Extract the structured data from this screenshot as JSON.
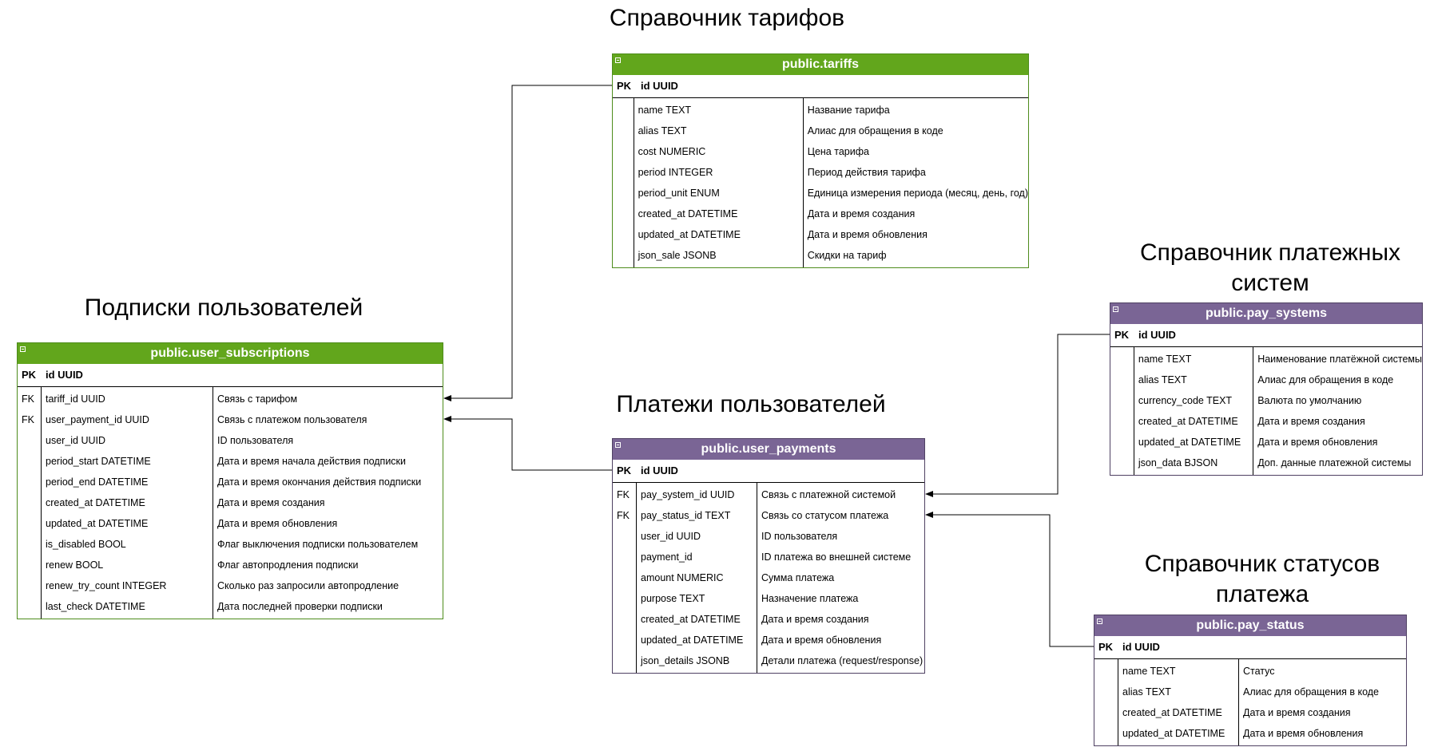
{
  "headings": {
    "tariffs": "Справочник тарифов",
    "subscriptions": "Подписки пользователей",
    "pay_systems_line1": "Справочник платежных",
    "pay_systems_line2": "систем",
    "payments": "Платежи пользователей",
    "pay_status_line1": "Справочник статусов",
    "pay_status_line2": "платежа"
  },
  "tables": {
    "tariffs": {
      "name": "public.tariffs",
      "color": "#62a61c",
      "pk_label": "PK",
      "pk_field": "id UUID",
      "rows": [
        {
          "key": "",
          "field": "name TEXT",
          "desc": "Название тарифа"
        },
        {
          "key": "",
          "field": "alias TEXT",
          "desc": "Алиас для обращения в коде"
        },
        {
          "key": "",
          "field": "cost NUMERIC",
          "desc": "Цена тарифа"
        },
        {
          "key": "",
          "field": "period INTEGER",
          "desc": "Период действия тарифа"
        },
        {
          "key": "",
          "field": "period_unit ENUM",
          "desc": "Единица измерения периода (месяц, день, год)"
        },
        {
          "key": "",
          "field": "created_at DATETIME",
          "desc": "Дата и время создания"
        },
        {
          "key": "",
          "field": "updated_at DATETIME",
          "desc": "Дата и время обновления"
        },
        {
          "key": "",
          "field": "json_sale JSONB",
          "desc": "Скидки на тариф"
        }
      ]
    },
    "user_subscriptions": {
      "name": "public.user_subscriptions",
      "color": "#62a61c",
      "pk_label": "PK",
      "pk_field": "id UUID",
      "rows": [
        {
          "key": "FK",
          "field": "tariff_id UUID",
          "desc": "Связь с тарифом"
        },
        {
          "key": "FK",
          "field": "user_payment_id UUID",
          "desc": "Связь с платежом пользователя"
        },
        {
          "key": "",
          "field": "user_id UUID",
          "desc": "ID пользователя"
        },
        {
          "key": "",
          "field": "period_start DATETIME",
          "desc": "Дата и время начала действия подписки"
        },
        {
          "key": "",
          "field": "period_end DATETIME",
          "desc": "Дата и время окончания действия подписки"
        },
        {
          "key": "",
          "field": "created_at DATETIME",
          "desc": "Дата и время создания"
        },
        {
          "key": "",
          "field": "updated_at DATETIME",
          "desc": "Дата и время обновления"
        },
        {
          "key": "",
          "field": "is_disabled BOOL",
          "desc": "Флаг выключения подписки пользователем"
        },
        {
          "key": "",
          "field": "renew BOOL",
          "desc": "Флаг автопродления подписки"
        },
        {
          "key": "",
          "field": "renew_try_count INTEGER",
          "desc": "Сколько раз запросили автопродление"
        },
        {
          "key": "",
          "field": "last_check DATETIME",
          "desc": "Дата последней проверки подписки"
        }
      ]
    },
    "user_payments": {
      "name": "public.user_payments",
      "color": "#7a6595",
      "pk_label": "PK",
      "pk_field": "id UUID",
      "rows": [
        {
          "key": "FK",
          "field": "pay_system_id UUID",
          "desc": "Связь с платежной системой"
        },
        {
          "key": "FK",
          "field": "pay_status_id TEXT",
          "desc": "Связь со статусом платежа"
        },
        {
          "key": "",
          "field": "user_id UUID",
          "desc": "ID пользователя"
        },
        {
          "key": "",
          "field": "payment_id",
          "desc": "ID платежа во внешней системе"
        },
        {
          "key": "",
          "field": "amount NUMERIC",
          "desc": "Сумма платежа"
        },
        {
          "key": "",
          "field": "purpose TEXT",
          "desc": "Назначение платежа"
        },
        {
          "key": "",
          "field": "created_at DATETIME",
          "desc": "Дата и время создания"
        },
        {
          "key": "",
          "field": "updated_at DATETIME",
          "desc": "Дата и время обновления"
        },
        {
          "key": "",
          "field": "json_details JSONB",
          "desc": "Детали платежа (request/response)"
        }
      ]
    },
    "pay_systems": {
      "name": "public.pay_systems",
      "color": "#7a6595",
      "pk_label": "PK",
      "pk_field": "id UUID",
      "rows": [
        {
          "key": "",
          "field": "name TEXT",
          "desc": "Наименование платёжной системы"
        },
        {
          "key": "",
          "field": "alias TEXT",
          "desc": "Алиас для обращения в коде"
        },
        {
          "key": "",
          "field": "currency_code TEXT",
          "desc": "Валюта по умолчанию"
        },
        {
          "key": "",
          "field": "created_at DATETIME",
          "desc": "Дата и время создания"
        },
        {
          "key": "",
          "field": "updated_at DATETIME",
          "desc": "Дата и время обновления"
        },
        {
          "key": "",
          "field": "json_data BJSON",
          "desc": "Доп. данные платежной системы"
        }
      ]
    },
    "pay_status": {
      "name": "public.pay_status",
      "color": "#7a6595",
      "pk_label": "PK",
      "pk_field": "id UUID",
      "rows": [
        {
          "key": "",
          "field": "name TEXT",
          "desc": "Статус"
        },
        {
          "key": "",
          "field": "alias TEXT",
          "desc": "Алиас для обращения в коде"
        },
        {
          "key": "",
          "field": "created_at DATETIME",
          "desc": "Дата и время создания"
        },
        {
          "key": "",
          "field": "updated_at DATETIME",
          "desc": "Дата и время обновления"
        }
      ]
    }
  },
  "relations": [
    {
      "from": "tariffs.id",
      "to": "user_subscriptions.tariff_id"
    },
    {
      "from": "user_payments.id",
      "to": "user_subscriptions.user_payment_id"
    },
    {
      "from": "pay_systems.id",
      "to": "user_payments.pay_system_id"
    },
    {
      "from": "pay_status.id",
      "to": "user_payments.pay_status_id"
    }
  ]
}
